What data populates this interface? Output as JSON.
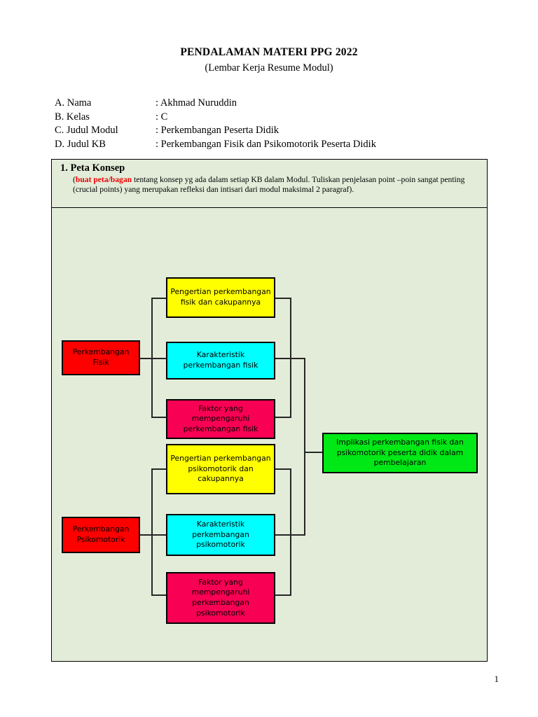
{
  "header": {
    "title": "PENDALAMAN MATERI PPG 2022",
    "subtitle": "(Lembar Kerja Resume Modul)"
  },
  "identity": [
    {
      "label": "A. Nama",
      "value": "Akhmad Nuruddin"
    },
    {
      "label": "B.  Kelas",
      "value": "C"
    },
    {
      "label": "C. Judul Modul",
      "value": "Perkembangan Peserta Didik"
    },
    {
      "label": "D. Judul KB",
      "value": "Perkembangan Fisik dan Psikomotorik Peserta Didik"
    }
  ],
  "panel": {
    "heading": "1.  Peta Konsep",
    "instruction_open": "(",
    "instruction_highlight": "buat peta/bagan",
    "instruction_rest": " tentang konsep yg ada dalam setiap KB dalam Modul. Tuliskan penjelasan point –poin sangat penting (crucial points) yang merupakan refleksi dan intisari dari modul maksimal 2 paragraf)."
  },
  "diagram": {
    "nodes": [
      {
        "id": "root-fisik",
        "label": "Perkembangan Fisik",
        "color": "#fe0000",
        "text_color": "#000000"
      },
      {
        "id": "pengertian-fisik",
        "label": "Pengertian perkembangan fisik dan cakupannya",
        "color": "#ffff00",
        "text_color": "#000000"
      },
      {
        "id": "karakteristik-fisik",
        "label": "Karakteristik perkembangan fisik",
        "color": "#00ffff",
        "text_color": "#000000"
      },
      {
        "id": "faktor-fisik",
        "label": "Faktor yang mempengaruhi perkembangan fisik",
        "color": "#f80054",
        "text_color": "#000000"
      },
      {
        "id": "root-psikomotorik",
        "label": "Perkembangan Psikomotorik",
        "color": "#fe0000",
        "text_color": "#000000"
      },
      {
        "id": "pengertian-psikomotorik",
        "label": "Pengertian perkembangan psikomotorik dan cakupannya",
        "color": "#ffff00",
        "text_color": "#000000"
      },
      {
        "id": "karakteristik-psikomotorik",
        "label": "Karakteristik perkembangan psikomotorik",
        "color": "#00ffff",
        "text_color": "#000000"
      },
      {
        "id": "faktor-psikomotorik",
        "label": "Faktor yang mempengaruhi perkembangan psikomotorik",
        "color": "#f80054",
        "text_color": "#000000"
      },
      {
        "id": "implikasi",
        "label": "Implikasi perkembangan fisik dan psikomotorik peserta didik dalam pembelajaran",
        "color": "#00e816",
        "text_color": "#000000"
      }
    ],
    "colors": {
      "panel_background": "#e3ecd9",
      "edge": "#262626",
      "border": "#000000",
      "highlight": "#ee0000"
    }
  },
  "footer": {
    "page_number": "1"
  }
}
